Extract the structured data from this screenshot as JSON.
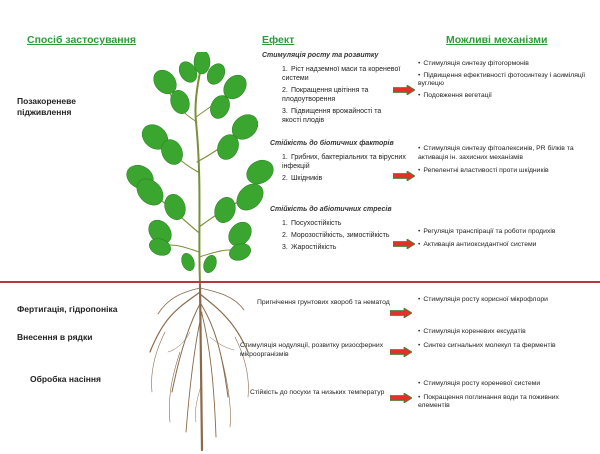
{
  "headers": {
    "application": "Спосіб застосування",
    "effect": "Ефект",
    "mechanisms": "Можливі механізми"
  },
  "applications": [
    {
      "label": "Позакореневе підживлення"
    },
    {
      "label": "Фертигація, гідропоніка"
    },
    {
      "label": "Внесення в рядки"
    },
    {
      "label": "Обробка насіння"
    }
  ],
  "foliar_effects": [
    {
      "title": "Стимуляція росту та розвитку",
      "items": [
        {
          "n": "1.",
          "text": "Ріст надземної маси та кореневої системи"
        },
        {
          "n": "2.",
          "text": "Покращення цвітіння та плодоутворення"
        },
        {
          "n": "3.",
          "text": "Підвищення врожайності та якості плодів"
        }
      ]
    },
    {
      "title": "Стійкість до біотичних факторів",
      "items": [
        {
          "n": "1.",
          "text": "Грибних, бактеріальних та вірусних інфекцій"
        },
        {
          "n": "2.",
          "text": "Шкідників"
        }
      ]
    },
    {
      "title": "Стійкість до абіотичних стресів",
      "items": [
        {
          "n": "1.",
          "text": "Посухостійкість"
        },
        {
          "n": "2.",
          "text": "Морозостійкість, зимостійкість"
        },
        {
          "n": "3.",
          "text": "Жаростійкість"
        }
      ]
    }
  ],
  "foliar_mechanisms": [
    [
      "Стимуляція синтезу фітогормонів",
      "Підвищення ефективності фотосинтезу і асиміляції вуглецю",
      "Подовження вегетації"
    ],
    [
      "Стимуляція синтезу фітоалексинів, PR білків та активація ін. захисних механізмів",
      "Репелентні властивості проти шкідників"
    ],
    [
      "Регуляція транспірації та роботи продихів",
      "Активація антиоксидантної системи"
    ]
  ],
  "root_effects": [
    {
      "text": "Пригнічення грунтових хвороб та нематод"
    },
    {
      "text": "Стимуляція нодуляції, розвитку ризосферних мікроорганізмів"
    },
    {
      "text": "Стійкість до посухи та низьких температур"
    }
  ],
  "root_mechanisms": [
    [
      "Стимуляція росту корисної мікрофлори"
    ],
    [
      "Стимуляція кореневих ексудатів",
      "Синтез сигнальних молекул та ферментів"
    ],
    [
      "Стимуляція росту кореневої системи",
      "Покращення поглинання води та поживних елементів"
    ]
  ],
  "colors": {
    "header": "#2e9a3a",
    "divider": "#b43a3a",
    "arrow": "#e0312b",
    "arrow_outline": "#3a8a3a",
    "leaf": "#3aa52f"
  }
}
